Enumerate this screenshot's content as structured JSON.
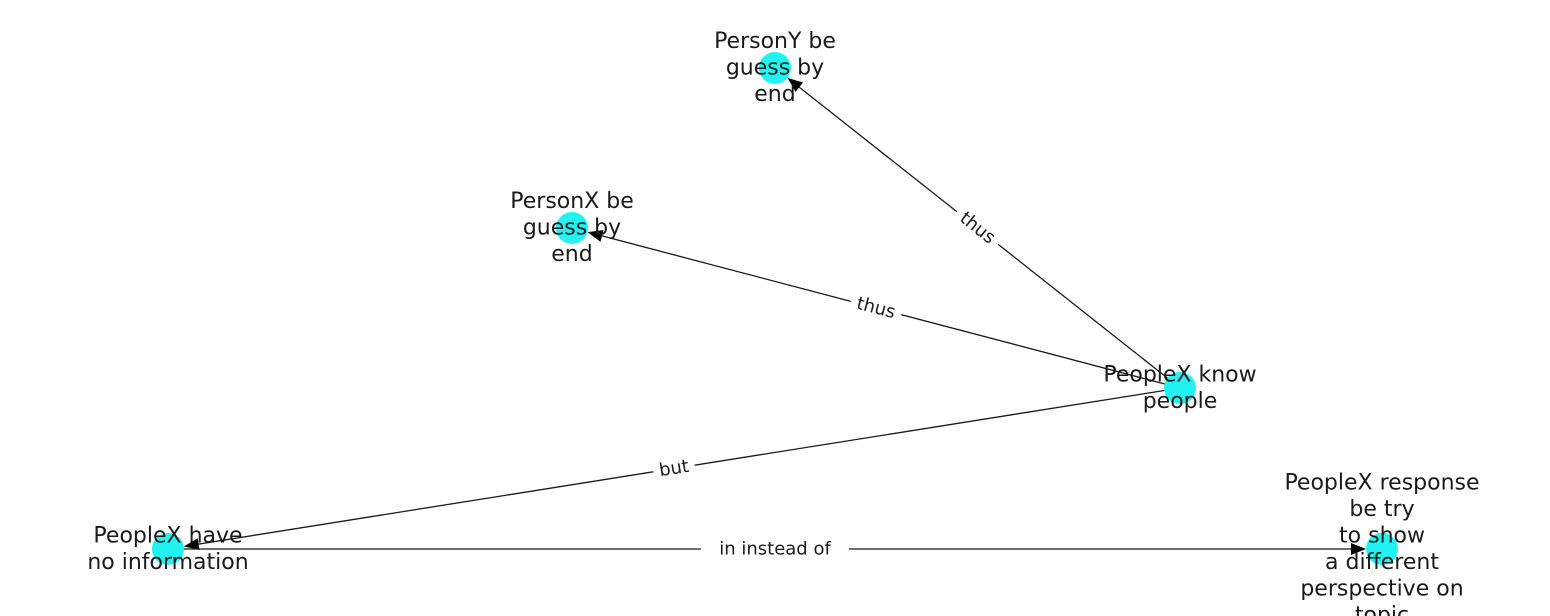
{
  "graph": {
    "node_color": "#22f2f2",
    "edge_color": "#1a1a1a",
    "nodes": [
      {
        "id": "personY",
        "lines": [
          "PersonY be",
          "guess by",
          "end"
        ]
      },
      {
        "id": "personX",
        "lines": [
          "PersonX be",
          "guess by",
          "end"
        ]
      },
      {
        "id": "knowPeople",
        "lines": [
          "PeopleX know",
          "people"
        ]
      },
      {
        "id": "noInfo",
        "lines": [
          "PeopleX have",
          "no information"
        ]
      },
      {
        "id": "response",
        "lines": [
          "PeopleX response",
          "be try",
          "to show",
          "a different",
          "perspective on",
          "topic"
        ]
      }
    ],
    "edges": [
      {
        "id": "e1",
        "source": "knowPeople",
        "target": "personY",
        "label": "thus"
      },
      {
        "id": "e2",
        "source": "knowPeople",
        "target": "personX",
        "label": "thus"
      },
      {
        "id": "e3",
        "source": "knowPeople",
        "target": "noInfo",
        "label": "but"
      },
      {
        "id": "e4",
        "source": "noInfo",
        "target": "response",
        "label": "in instead of"
      }
    ]
  }
}
